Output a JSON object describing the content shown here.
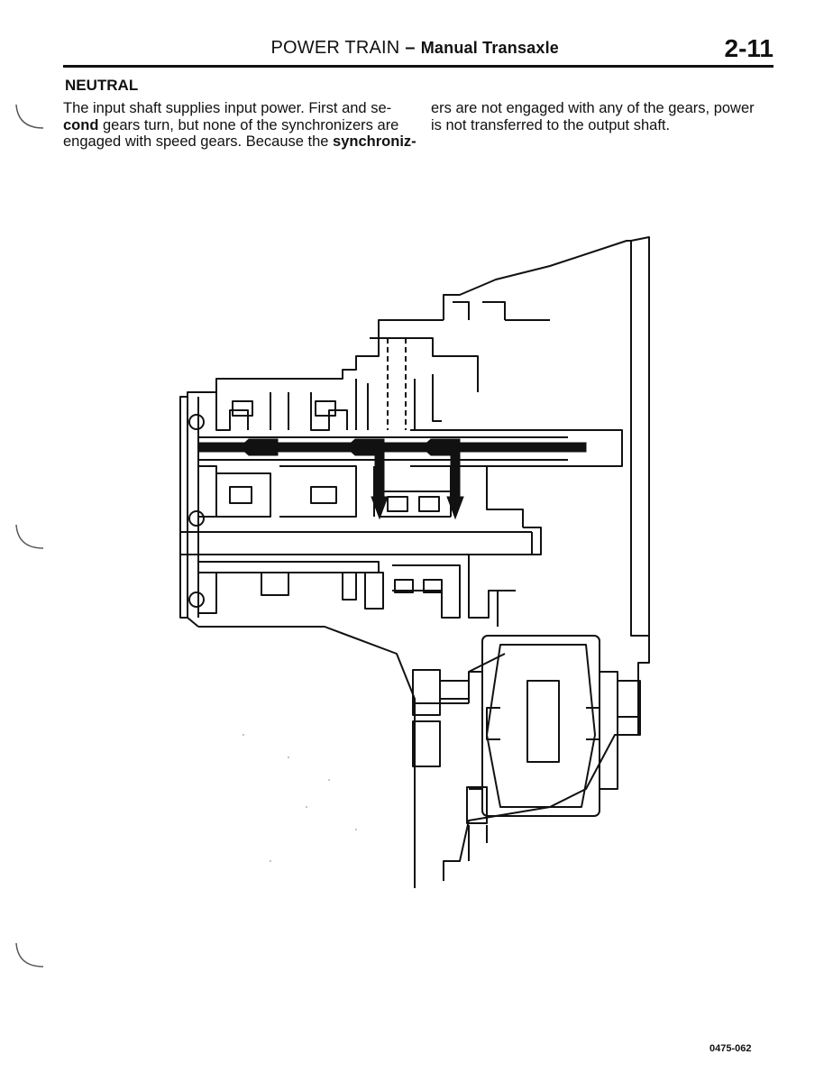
{
  "header": {
    "section": "POWER TRAIN",
    "dash": "–",
    "subsection": "Manual Transaxle",
    "page_number": "2-11"
  },
  "content": {
    "heading": "NEUTRAL",
    "left_column": {
      "line1": "The input shaft supplies input power. First and se-",
      "line2_bold": "cond",
      "line2_rest": " gears turn, but none of the synchronizers are",
      "line3_start": "engaged with speed gears. Because the ",
      "line3_bold": "synchroniz-"
    },
    "right_column": {
      "line1": "ers are not engaged with any of the gears, power",
      "line2": "is not transferred to the output shaft."
    }
  },
  "figure": {
    "number": "0475-062"
  }
}
